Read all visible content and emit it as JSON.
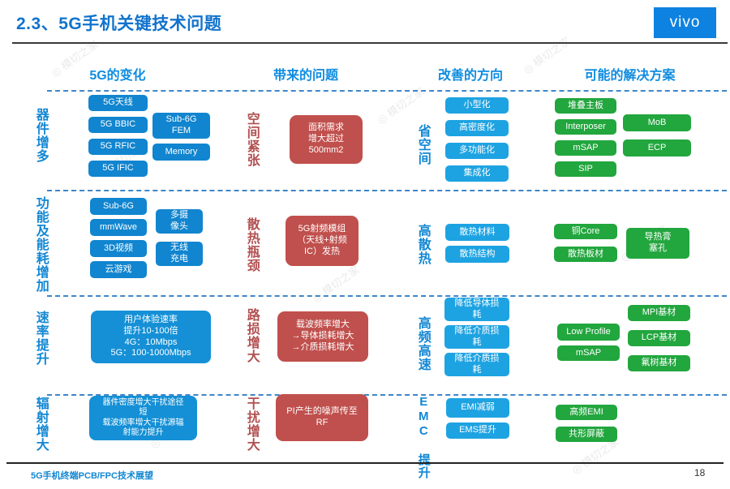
{
  "header": {
    "title": "2.3、5G手机关键技术问题",
    "logo": "vivo"
  },
  "columns": {
    "c1": "5G的变化",
    "c2": "带来的问题",
    "c3": "改善的方向",
    "c4": "可能的解决方案"
  },
  "rows": [
    {
      "label": "器件增多",
      "items1": [
        "5G天线",
        "5G BBIC",
        "5G RFIC",
        "5G IFIC"
      ],
      "items2": [
        "Sub-6G\nFEM",
        "Memory"
      ],
      "problem_label": "空间紧张",
      "problem": "面积需求\n增大超过\n500mm2",
      "direction_label": "省空间",
      "directions": [
        "小型化",
        "高密度化",
        "多功能化",
        "集成化"
      ],
      "solutions1": [
        "堆叠主板",
        "Interposer",
        "mSAP",
        "SIP"
      ],
      "solutions2": [
        "MoB",
        "ECP"
      ]
    },
    {
      "label": "功能及能耗增加",
      "items1": [
        "Sub-6G",
        "mmWave",
        "3D视频",
        "云游戏"
      ],
      "items2": [
        "多摄\n像头",
        "无线\n充电"
      ],
      "problem_label": "散热瓶颈",
      "problem": "5G射频模组\n（天线+射频\nIC）发热",
      "direction_label": "高散热",
      "directions": [
        "散热材料",
        "散热结构"
      ],
      "solutions1": [
        "铜Core",
        "散热板材"
      ],
      "solutions2": [
        "导热膏\n塞孔"
      ]
    },
    {
      "label": "速率提升",
      "change_box": "用户体验速率\n提升10-100倍\n4G：10Mbps\n5G：100-1000Mbps",
      "problem_label": "路损增大",
      "problem": "载波频率增大\n→导体损耗增大\n→介质损耗增大",
      "direction_label": "高频高速",
      "directions": [
        "降低导体损\n耗",
        "降低介质损\n耗",
        "降低介质损\n耗"
      ],
      "solutions1": [
        "Low Profile",
        "mSAP"
      ],
      "solutions2": [
        "MPI基材",
        "LCP基材",
        "氟树基材"
      ]
    },
    {
      "label": "辐射增大",
      "change_box": "器件密度增大干扰途径\n短\n载波频率增大干扰源辐\n射能力提升",
      "problem_label": "干扰增大",
      "problem": "PI产生的噪声传至\nRF",
      "direction_label": "EMC 提升",
      "directions": [
        "EMI减弱",
        "EMS提升"
      ],
      "solutions1": [
        "高频EMI",
        "共形屏蔽"
      ]
    }
  ],
  "footer": {
    "left": "5G手机终端PCB/FPC技术展望",
    "page": "18"
  },
  "watermark": {
    "text": "◎ 模切之家"
  },
  "colors": {
    "title_blue": "#1173cd",
    "header_blue": "#0f8ce0",
    "logo_blue": "#0e82e0",
    "box_blue": "#1185cf",
    "light_blue": "#1ea3e2",
    "green": "#22a63e",
    "red_box": "#c0504d",
    "red_label": "#b25050"
  }
}
